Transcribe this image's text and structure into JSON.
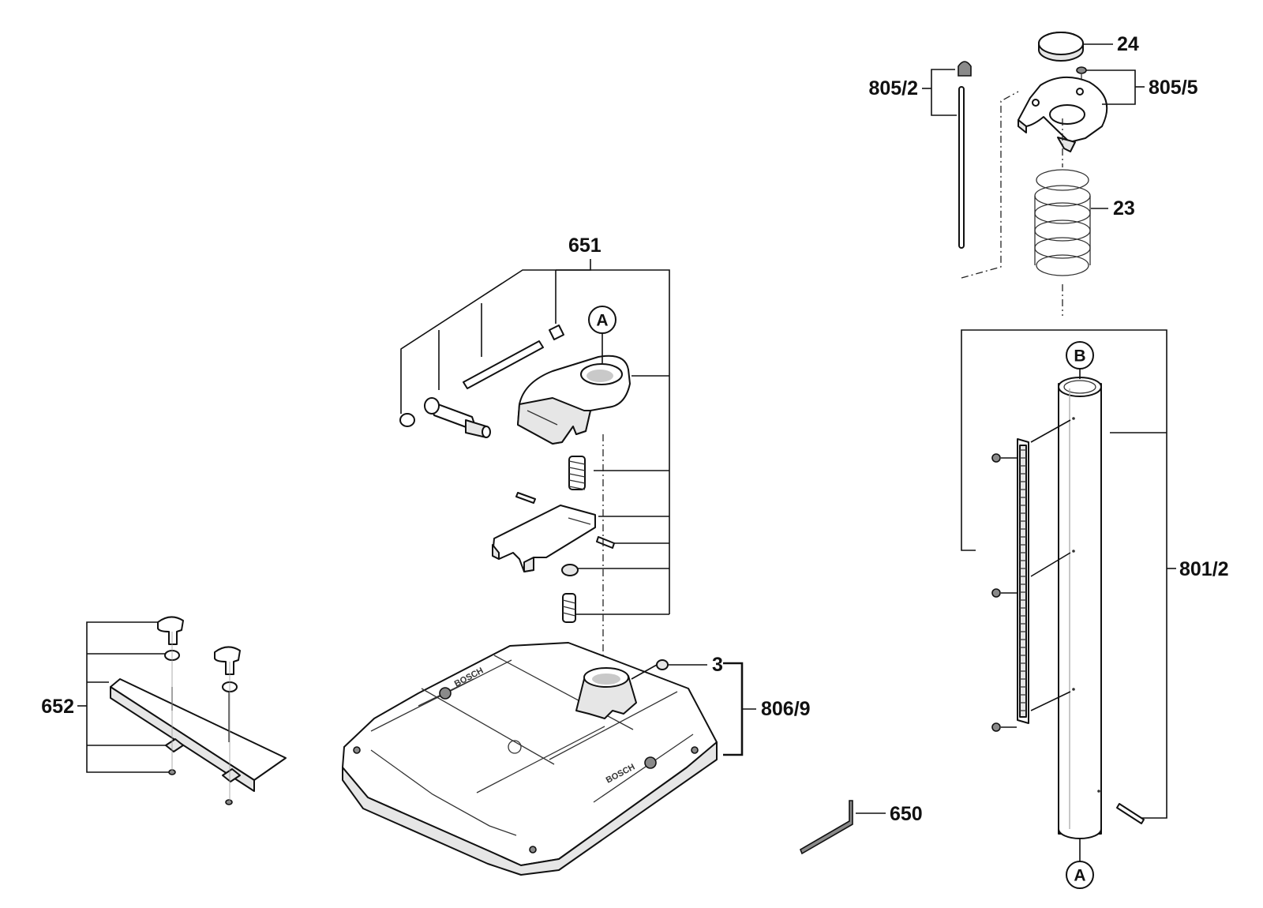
{
  "callouts": {
    "item_24": "24",
    "item_805_2": "805/2",
    "item_805_5": "805/5",
    "item_23": "23",
    "item_651": "651",
    "item_801_2": "801/2",
    "item_3": "3",
    "item_806_9": "806/9",
    "item_652": "652",
    "item_650": "650"
  },
  "reference_marks": {
    "mark_a_top": "A",
    "mark_b": "B",
    "mark_a_bottom": "A"
  }
}
